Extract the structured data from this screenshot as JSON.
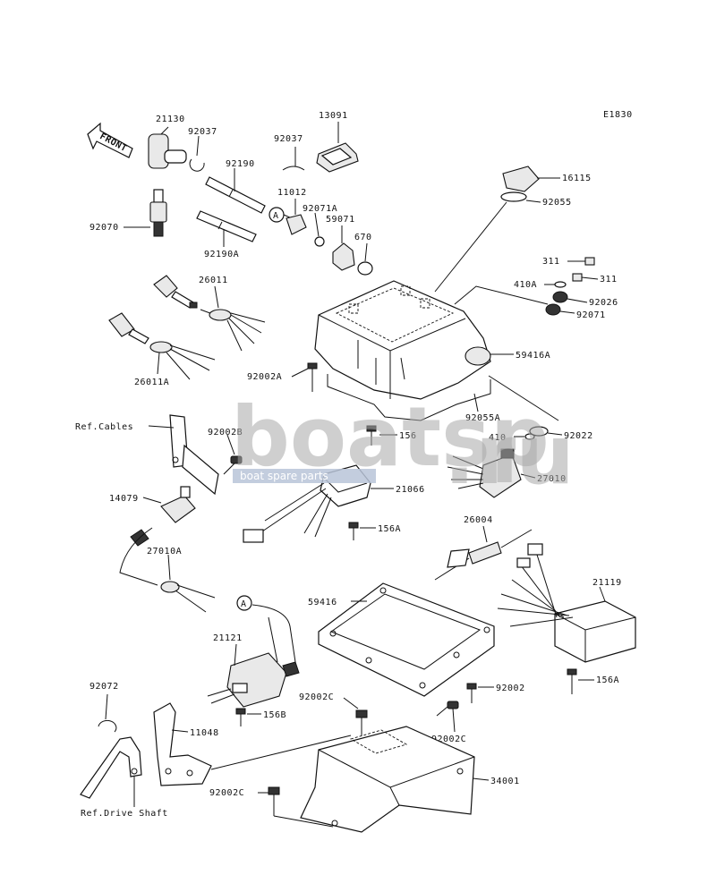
{
  "diagram": {
    "ref_code": "E1830",
    "front_label": "FRONT",
    "circle_marker": "A",
    "parts": {
      "p21130": "21130",
      "p92037a": "92037",
      "p92037b": "92037",
      "p13091": "13091",
      "p92190": "92190",
      "p92190a": "92190A",
      "p92070": "92070",
      "p11012": "11012",
      "p92071a": "92071A",
      "p59071": "59071",
      "p670": "670",
      "p16115": "16115",
      "p92055": "92055",
      "p311a": "311",
      "p311b": "311",
      "p410a": "410A",
      "p92026": "92026",
      "p92071": "92071",
      "p26011": "26011",
      "p26011a": "26011A",
      "p59416a": "59416A",
      "p92002a": "92002A",
      "p92055a": "92055A",
      "p92022": "92022",
      "p410": "410",
      "p156a": "156",
      "p27010": "27010",
      "p21066": "21066",
      "p156b": "156A",
      "p14079": "14079",
      "p92002b": "92002B",
      "p27010a": "27010A",
      "p26004": "26004",
      "p21119": "21119",
      "p59416": "59416",
      "p156c": "156A",
      "p92002": "92002",
      "p92002c1": "92002C",
      "p92002c2": "92002C",
      "p21121": "21121",
      "p156d": "156B",
      "p92072": "92072",
      "p11048": "11048",
      "p34001": "34001",
      "p92002c3": "92002C"
    },
    "refs": {
      "cables": "Ref.Cables",
      "drive_shaft": "Ref.Drive Shaft"
    }
  },
  "watermark": {
    "brand": "boatsp",
    "suffix": ".ru",
    "tagline": "boat spare parts"
  }
}
